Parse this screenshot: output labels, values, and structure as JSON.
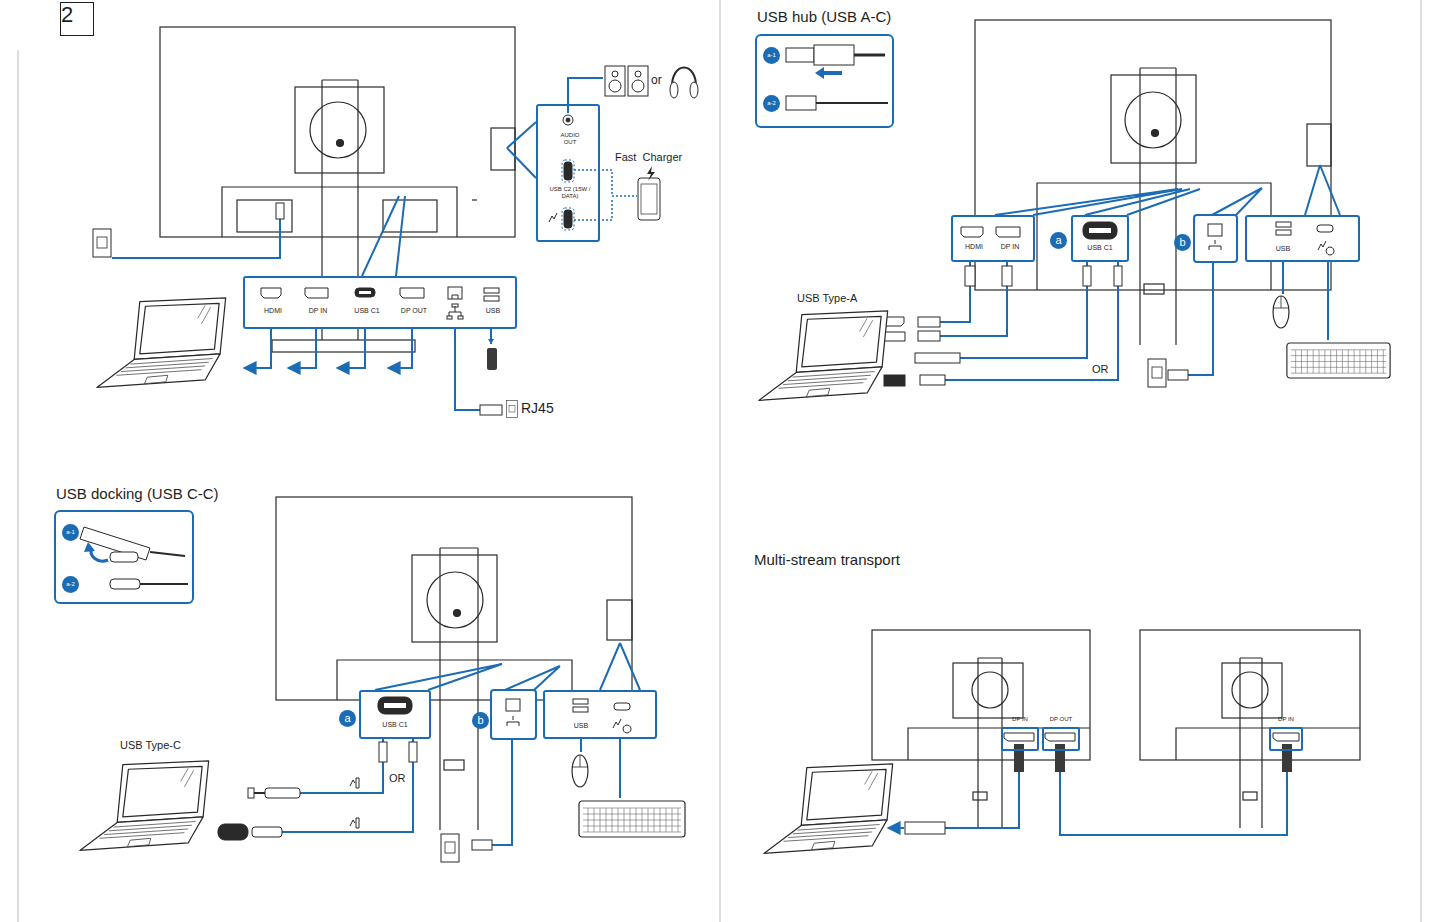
{
  "diagram": {
    "nodes": [
      {
        "text": [
          "2"
        ]
      },
      {
        "text": [
          "AUDIO OUT",
          "USB C2 (15W / DATA)"
        ]
      },
      {
        "text": [
          "HDMI",
          "DP IN",
          "USB C1",
          "DP OUT",
          "USB"
        ]
      },
      {
        "text": [
          "a-1"
        ]
      },
      {
        "text": [
          "a-2"
        ]
      },
      {
        "text": [
          "HDMI",
          "DP IN"
        ]
      },
      {
        "text": [
          "a"
        ]
      },
      {
        "text": [
          "USB C1"
        ]
      },
      {
        "text": [
          "b"
        ]
      },
      {
        "text": [
          "USB"
        ]
      },
      {
        "text": [
          "a-1"
        ]
      },
      {
        "text": [
          "a-2"
        ]
      },
      {
        "text": [
          "a"
        ]
      },
      {
        "text": [
          "USB C1"
        ]
      },
      {
        "text": [
          "b"
        ]
      },
      {
        "text": [
          "USB"
        ]
      },
      {
        "text": [
          "DP IN"
        ]
      },
      {
        "text": [
          "DP OUT"
        ]
      },
      {
        "text": [
          "DP IN"
        ]
      }
    ],
    "labels": [
      "or",
      "Fast  Charger",
      "RJ45",
      "USB hub (USB A-C)",
      "USB Type-A",
      "OR",
      "USB docking (USB C-C)",
      "USB Type-C",
      "OR",
      "Multi-stream transport"
    ]
  }
}
